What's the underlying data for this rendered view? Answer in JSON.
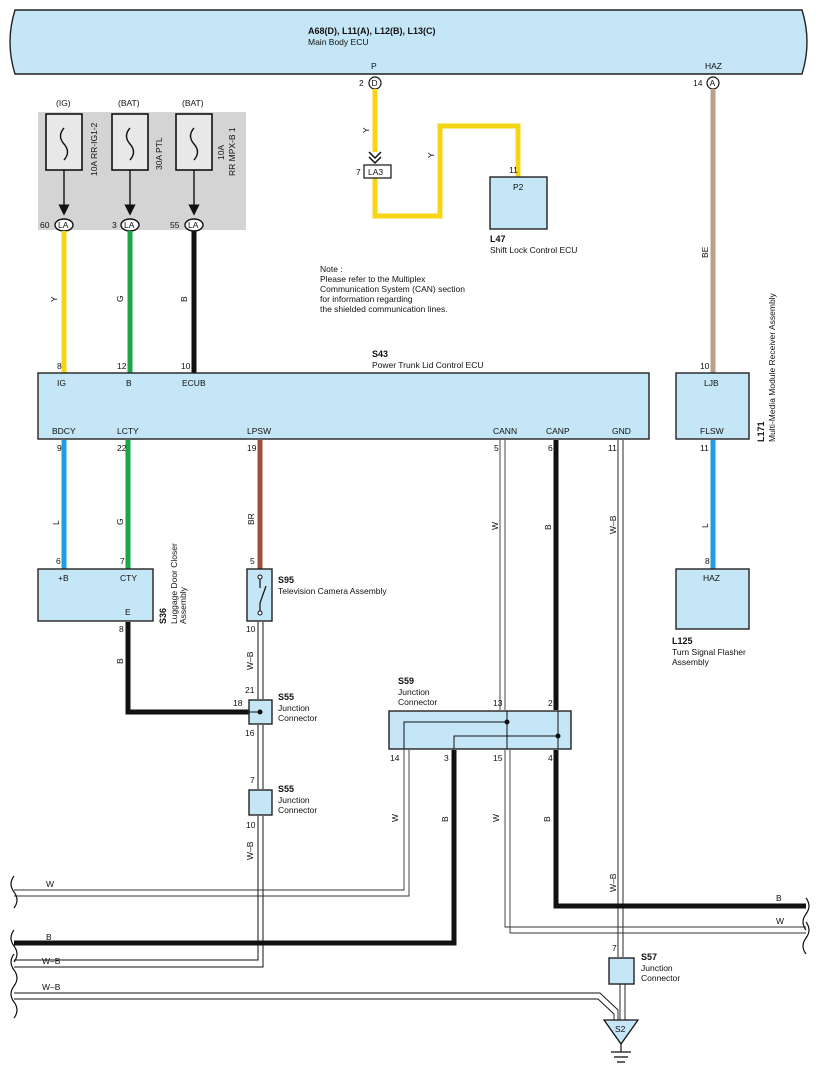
{
  "colors": {
    "Y": "#f6d515",
    "G": "#1aa64b",
    "B": "#111111",
    "L": "#1e9de0",
    "BR": "#a0503a",
    "BE": "#b9a08c",
    "W": "#ffffff",
    "module_fill": "#c5e6f6",
    "fuse_box_fill": "#d4d4d4"
  },
  "main_ecu": {
    "code": "A68(D), L11(A), L12(B), L13(C)",
    "name": "Main Body ECU",
    "pin_p": "P",
    "pin_haz": "HAZ",
    "num_p": "2",
    "conn_p": "D",
    "num_haz": "14",
    "conn_haz": "A"
  },
  "fuses": [
    {
      "source": "(IG)",
      "name": "10A RR-IG1-2",
      "pin": "60",
      "conn": "LA",
      "wire": "Y"
    },
    {
      "source": "(BAT)",
      "name": "30A PTL",
      "pin": "3",
      "conn": "LA",
      "wire": "G"
    },
    {
      "source": "(BAT)",
      "name_line1": "10A",
      "name_line2": "RR MPX-B 1",
      "pin": "55",
      "conn": "LA",
      "wire": "B"
    }
  ],
  "la3": {
    "label": "LA3",
    "pin": "7",
    "wire1": "Y",
    "wire2": "Y"
  },
  "shift_lock": {
    "code": "L47",
    "name": "Shift Lock Control ECU",
    "conn": "P2",
    "pin": "11"
  },
  "note": [
    "Note :",
    "Please refer to the Multiplex",
    "Communication System (CAN) section",
    "for information regarding",
    "the shielded communication lines."
  ],
  "trunk_ecu": {
    "code": "S43",
    "name": "Power Trunk Lid Control ECU",
    "top_pins": [
      {
        "name": "IG",
        "num": "8"
      },
      {
        "name": "B",
        "num": "12"
      },
      {
        "name": "ECUB",
        "num": "10"
      }
    ],
    "bottom_pins": [
      {
        "name": "BDCY",
        "num": "9"
      },
      {
        "name": "LCTY",
        "num": "22"
      },
      {
        "name": "LPSW",
        "num": "19"
      },
      {
        "name": "CANN",
        "num": "5"
      },
      {
        "name": "CANP",
        "num": "6"
      },
      {
        "name": "GND",
        "num": "11"
      }
    ]
  },
  "mm_receiver": {
    "code": "L171",
    "name": "Multi-Media Module Receiver Assembly",
    "pin_top": "LJB",
    "num_top": "10",
    "pin_bottom": "FLSW",
    "num_bottom": "11",
    "wire_top": "BE",
    "wire_bottom": "L"
  },
  "door_closer": {
    "code": "S36",
    "name_line1": "Luggage Door Closer",
    "name_line2": "Assembly",
    "pin_b": "+B",
    "num_b": "6",
    "pin_cty": "CTY",
    "num_cty": "7",
    "pin_e": "E",
    "num_e": "8",
    "wire_l": "L",
    "wire_g": "G",
    "wire_b": "B"
  },
  "camera": {
    "code": "S95",
    "name": "Television Camera Assembly",
    "num_top": "5",
    "num_bottom": "10",
    "wire_top": "BR",
    "wire_bottom": "W–B"
  },
  "s55a": {
    "code": "S55",
    "name_line1": "Junction",
    "name_line2": "Connector",
    "n21": "21",
    "n18": "18",
    "n16": "16"
  },
  "s55b": {
    "code": "S55",
    "name_line1": "Junction",
    "name_line2": "Connector",
    "n7": "7",
    "n10": "10",
    "wire": "W–B"
  },
  "s59": {
    "code": "S59",
    "name_line1": "Junction",
    "name_line2": "Connector",
    "n13": "13",
    "n2": "2",
    "n14": "14",
    "n3": "3",
    "n15": "15",
    "n4": "4"
  },
  "flasher": {
    "code": "L125",
    "name_line1": "Turn Signal Flasher",
    "name_line2": "Assembly",
    "pin": "HAZ",
    "num": "8"
  },
  "s57": {
    "code": "S57",
    "name_line1": "Junction",
    "name_line2": "Connector",
    "num": "7"
  },
  "ground": {
    "label": "S2"
  },
  "wire_labels": {
    "cann": "W",
    "canp": "B",
    "gnd": "W–B",
    "s59_14": "W",
    "s59_3": "B",
    "s59_15": "W",
    "s59_4": "B",
    "s57_in": "W–B"
  },
  "bus": {
    "left1": "W",
    "left2": "B",
    "left3": "W–B",
    "left4": "W–B",
    "right1": "B",
    "right2": "W"
  }
}
